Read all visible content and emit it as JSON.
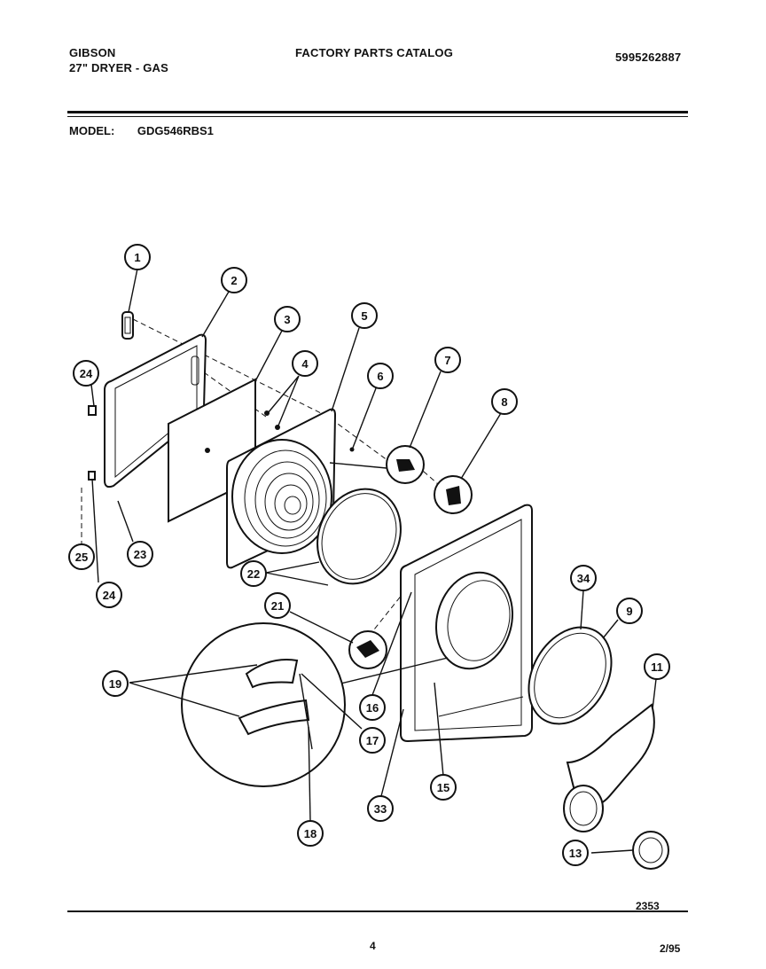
{
  "header": {
    "brand": "GIBSON",
    "product": "27\" DRYER - GAS",
    "catalog_title": "FACTORY PARTS CATALOG",
    "part_number": "5995262887"
  },
  "model": {
    "label": "MODEL:",
    "value": "GDG546RBS1"
  },
  "callouts": [
    "1",
    "2",
    "3",
    "4",
    "5",
    "6",
    "7",
    "8",
    "24",
    "23",
    "25",
    "24",
    "22",
    "21",
    "9",
    "34",
    "11",
    "19",
    "16",
    "17",
    "15",
    "33",
    "18",
    "13"
  ],
  "footer": {
    "figure_number": "2353",
    "page_number": "4",
    "date": "2/95"
  }
}
